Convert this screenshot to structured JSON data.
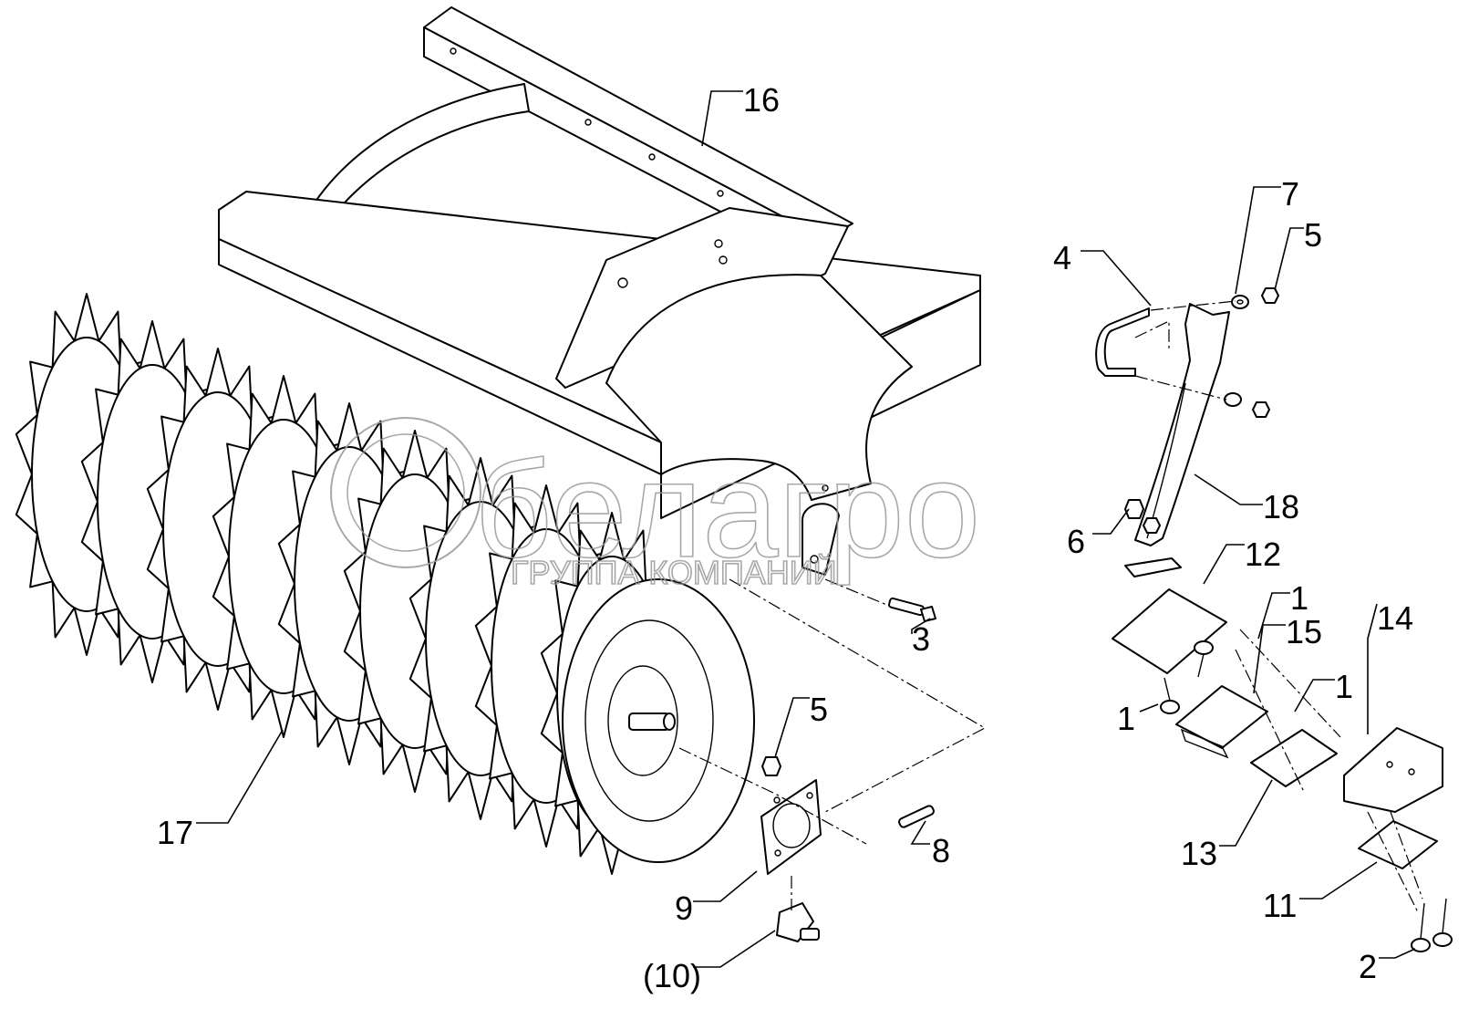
{
  "diagram": {
    "callouts": [
      {
        "id": "16",
        "text": "16"
      },
      {
        "id": "7",
        "text": "7"
      },
      {
        "id": "5a",
        "text": "5"
      },
      {
        "id": "4",
        "text": "4"
      },
      {
        "id": "18",
        "text": "18"
      },
      {
        "id": "6",
        "text": "6"
      },
      {
        "id": "12",
        "text": "12"
      },
      {
        "id": "1a",
        "text": "1"
      },
      {
        "id": "15",
        "text": "15"
      },
      {
        "id": "14",
        "text": "14"
      },
      {
        "id": "1b",
        "text": "1"
      },
      {
        "id": "1c",
        "text": "1"
      },
      {
        "id": "3",
        "text": "3"
      },
      {
        "id": "5b",
        "text": "5"
      },
      {
        "id": "17",
        "text": "17"
      },
      {
        "id": "8",
        "text": "8"
      },
      {
        "id": "9",
        "text": "9"
      },
      {
        "id": "10",
        "text": "(10)"
      },
      {
        "id": "13",
        "text": "13"
      },
      {
        "id": "11",
        "text": "11"
      },
      {
        "id": "2",
        "text": "2"
      }
    ]
  },
  "watermark": {
    "logo_text": "белагро",
    "sub_text": "ГРУППА КОМПАНИЙ"
  }
}
